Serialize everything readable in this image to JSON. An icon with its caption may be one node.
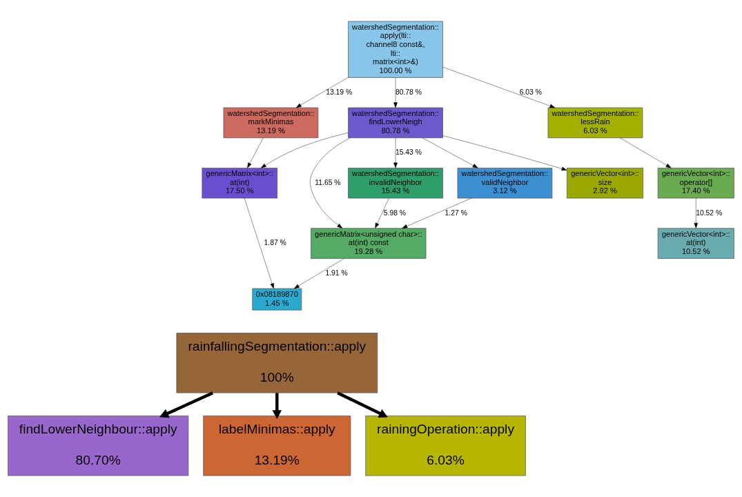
{
  "diagram": {
    "nodes": [
      {
        "text": [
          "watershedSegmentation::apply(lti::channel8 const&, lti::matrix<int>&)",
          "100.00 %"
        ]
      },
      {
        "text": [
          "watershedSegmentation::findLowerNeigh",
          "80.78 %"
        ]
      },
      {
        "text": [
          "watershedSegmentation::markMinimas",
          "13.19 %"
        ]
      },
      {
        "text": [
          "watershedSegmentation::lessRain",
          "6.03 %"
        ]
      },
      {
        "text": [
          "watershedSegmentation::invalidNeighbor",
          "15.43 %"
        ]
      },
      {
        "text": [
          "genericVector<int>::size",
          "2.92 %"
        ]
      },
      {
        "text": [
          "watershedSegmentation::validNeighbor",
          "3.12 %"
        ]
      },
      {
        "text": [
          "genericMatrix<int>::at(int)",
          "17.50 %"
        ]
      },
      {
        "text": [
          "genericVector<int>::operator[]",
          "17.40 %"
        ]
      },
      {
        "text": [
          "genericMatrix<unsigned char>::at(int) const",
          "19.28 %"
        ]
      },
      {
        "text": [
          "genericVector<int>::at(int)",
          "10.52 %"
        ]
      },
      {
        "text": [
          "0x08189870",
          "1.45 %"
        ]
      },
      {
        "text": [
          "rainfallingSegmentation::apply",
          "100%"
        ]
      },
      {
        "text": [
          "findLowerNeighbour::apply",
          "80.70%"
        ]
      },
      {
        "text": [
          "labelMinimas::apply",
          "13.19%"
        ]
      },
      {
        "text": [
          "rainingOperation::apply",
          "6.03%"
        ]
      }
    ],
    "edges": [
      {
        "from": 0,
        "to": 1,
        "arrow": "to",
        "label": "80.78 %"
      },
      {
        "from": 0,
        "to": 2,
        "arrow": "to",
        "label": "13.19 %"
      },
      {
        "from": 0,
        "to": 3,
        "arrow": "to",
        "label": "6.03 %"
      },
      {
        "from": 1,
        "to": 4,
        "arrow": "to",
        "label": "15.43 %"
      },
      {
        "from": 1,
        "to": 5,
        "arrow": "to"
      },
      {
        "from": 1,
        "to": 9,
        "arrow": "to",
        "label": "11.65 %"
      },
      {
        "from": 1,
        "to": 6,
        "arrow": "to"
      },
      {
        "from": 1,
        "to": 7,
        "arrow": "to"
      },
      {
        "from": 2,
        "to": 7,
        "arrow": "to"
      },
      {
        "from": 3,
        "to": 8,
        "arrow": "to"
      },
      {
        "from": 4,
        "to": 9,
        "arrow": "to",
        "label": "5.98 %"
      },
      {
        "from": 6,
        "to": 9,
        "arrow": "to",
        "label": "1.27 %"
      },
      {
        "from": 8,
        "to": 10,
        "arrow": "to",
        "label": "10.52 %"
      },
      {
        "from": 9,
        "to": 11,
        "arrow": "to",
        "label": "1.91 %"
      },
      {
        "from": 7,
        "to": 11,
        "arrow": "to",
        "label": "1.87 %"
      },
      {
        "from": 12,
        "to": 13,
        "arrow": "to",
        "style": "thick"
      },
      {
        "from": 12,
        "to": 14,
        "arrow": "to",
        "style": "thick"
      },
      {
        "from": 12,
        "to": 15,
        "arrow": "to",
        "style": "thick"
      }
    ]
  }
}
